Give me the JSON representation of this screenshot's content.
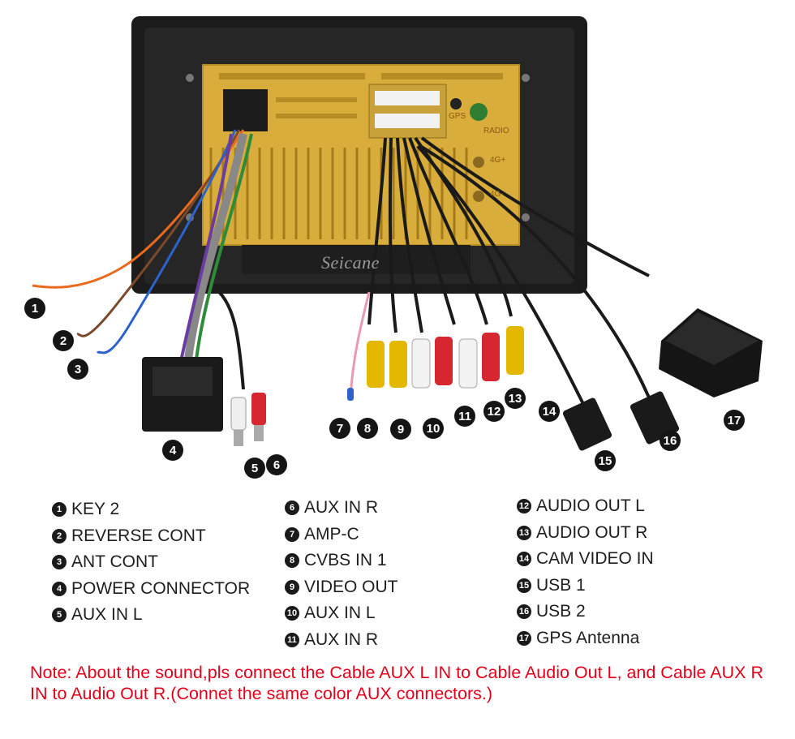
{
  "watermark": "Seicane",
  "port_labels": {
    "gps": "GPS",
    "radio": "RADIO",
    "lte1": "4G+",
    "lte2": "4G-"
  },
  "legend": {
    "col1": [
      {
        "num": "1",
        "label": "KEY 2"
      },
      {
        "num": "2",
        "label": "REVERSE CONT"
      },
      {
        "num": "3",
        "label": "ANT CONT"
      },
      {
        "num": "4",
        "label": "POWER CONNECTOR"
      },
      {
        "num": "5",
        "label": "AUX IN L"
      }
    ],
    "col2": [
      {
        "num": "6",
        "label": "AUX IN R"
      },
      {
        "num": "7",
        "label": "AMP-C"
      },
      {
        "num": "8",
        "label": "CVBS IN 1"
      },
      {
        "num": "9",
        "label": "VIDEO OUT"
      },
      {
        "num": "10",
        "label": "AUX IN L"
      },
      {
        "num": "11",
        "label": "AUX IN R"
      }
    ],
    "col3": [
      {
        "num": "12",
        "label": "AUDIO OUT L"
      },
      {
        "num": "13",
        "label": "AUDIO OUT R"
      },
      {
        "num": "14",
        "label": "CAM VIDEO IN"
      },
      {
        "num": "15",
        "label": "USB 1"
      },
      {
        "num": "16",
        "label": "USB 2"
      },
      {
        "num": "17",
        "label": "GPS Antenna"
      }
    ]
  },
  "callouts": [
    "1",
    "2",
    "3",
    "4",
    "5",
    "6",
    "7",
    "8",
    "9",
    "10",
    "11",
    "12",
    "13",
    "14",
    "15",
    "16",
    "17"
  ],
  "note": "Note: About the sound,pls connect the Cable AUX L IN to Cable Audio Out L, and Cable AUX R IN to  Audio Out R.(Connet the same color AUX connectors.)",
  "colors": {
    "note": "#e3001b",
    "chassis": "#d9ad3c",
    "frame": "#1b1b1b",
    "rca_red": "#d62630",
    "rca_yellow": "#e5b800",
    "rca_white": "#f2f2f2"
  }
}
